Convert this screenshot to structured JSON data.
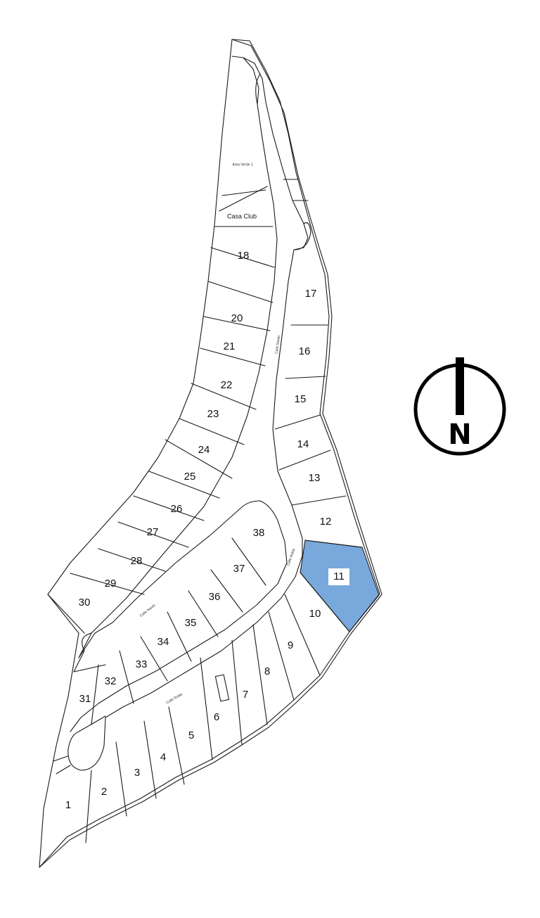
{
  "map": {
    "highlight_color": "#79a8dc",
    "highlighted_lot": "11",
    "lots": [
      {
        "id": "1"
      },
      {
        "id": "2"
      },
      {
        "id": "3"
      },
      {
        "id": "4"
      },
      {
        "id": "5"
      },
      {
        "id": "6"
      },
      {
        "id": "7"
      },
      {
        "id": "8"
      },
      {
        "id": "9"
      },
      {
        "id": "10"
      },
      {
        "id": "11"
      },
      {
        "id": "12"
      },
      {
        "id": "13"
      },
      {
        "id": "14"
      },
      {
        "id": "15"
      },
      {
        "id": "16"
      },
      {
        "id": "17"
      },
      {
        "id": "18"
      },
      {
        "id": "20"
      },
      {
        "id": "21"
      },
      {
        "id": "22"
      },
      {
        "id": "23"
      },
      {
        "id": "24"
      },
      {
        "id": "25"
      },
      {
        "id": "26"
      },
      {
        "id": "27"
      },
      {
        "id": "28"
      },
      {
        "id": "29"
      },
      {
        "id": "30"
      },
      {
        "id": "31"
      },
      {
        "id": "32"
      },
      {
        "id": "33"
      },
      {
        "id": "34"
      },
      {
        "id": "35"
      },
      {
        "id": "36"
      },
      {
        "id": "37"
      },
      {
        "id": "38"
      }
    ],
    "areas": {
      "casa_club": "Casa Club",
      "area_verde": "Area Verde 1"
    },
    "streets": {
      "street_1": "Calle Nardo",
      "street_2": "Calle Roble",
      "street_3": "Calle Nardo",
      "street_4": "Calle Roble"
    }
  },
  "compass": {
    "letter": "N",
    "icon": "north-arrow-icon"
  }
}
